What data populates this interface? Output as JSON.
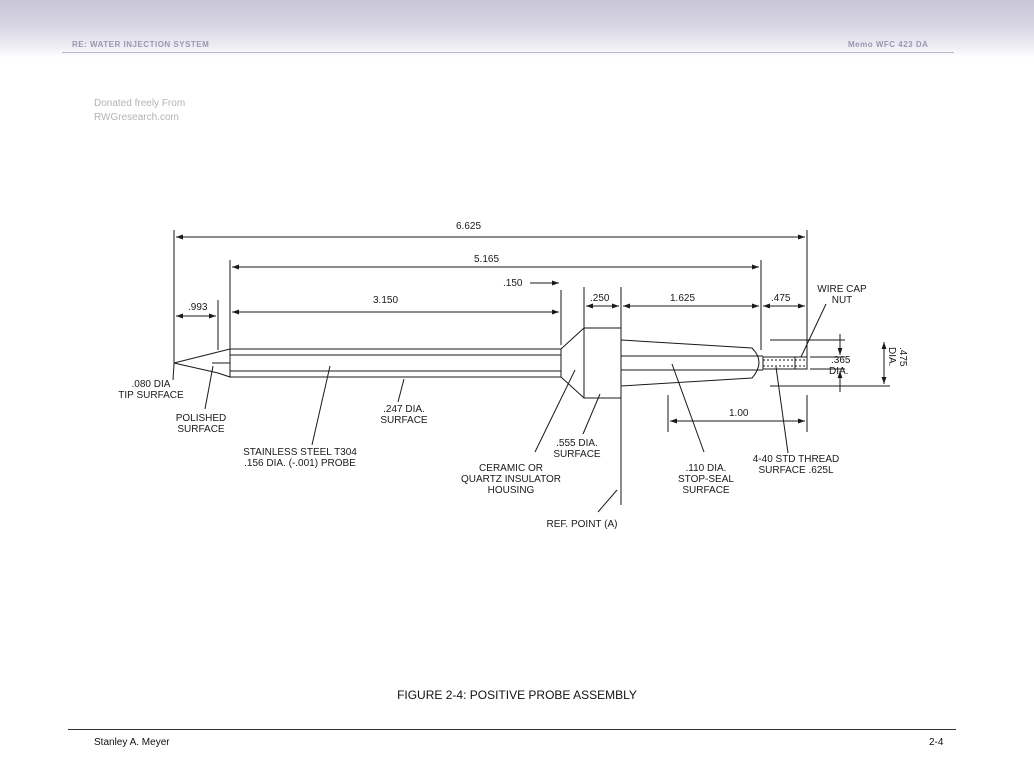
{
  "header": {
    "left": "RE: WATER INJECTION SYSTEM",
    "right": "Memo WFC 423 DA"
  },
  "watermark": {
    "line1": "Donated freely From",
    "line2": "RWGresearch.com"
  },
  "dimensions": {
    "overall": "6.625",
    "probe_length": "5.165",
    "tip_taper": ".993",
    "shaft": "3.150",
    "collar_gap": ".150",
    "housing": ".250",
    "stop_seal_len": "1.625",
    "nut_len": ".475",
    "thread_len": "1.00",
    "nut_dia": ".365",
    "nut_dia_unit": "DIA.",
    "outer_dia": ".475",
    "outer_dia_unit": "DIA."
  },
  "labels": {
    "wire_cap_1": "WIRE CAP",
    "wire_cap_2": "NUT",
    "tip_1": ".080 DIA",
    "tip_2": "TIP SURFACE",
    "polished_1": "POLISHED",
    "polished_2": "SURFACE",
    "surface247_1": ".247 DIA.",
    "surface247_2": "SURFACE",
    "steel_1": "STAINLESS STEEL T304",
    "steel_2": ".156 DIA. (-.001) PROBE",
    "surface555_1": ".555 DIA.",
    "surface555_2": "SURFACE",
    "insulator_1": "CERAMIC OR",
    "insulator_2": "QUARTZ  INSULATOR",
    "insulator_3": "HOUSING",
    "ref_point": "REF. POINT (A)",
    "stopseal_1": ".110 DIA.",
    "stopseal_2": "STOP-SEAL",
    "stopseal_3": "SURFACE",
    "thread_1": "4-40 STD THREAD",
    "thread_2": "SURFACE .625L"
  },
  "caption": "FIGURE 2-4: POSITIVE PROBE ASSEMBLY",
  "footer": {
    "author": "Stanley A. Meyer",
    "page": "2-4"
  }
}
